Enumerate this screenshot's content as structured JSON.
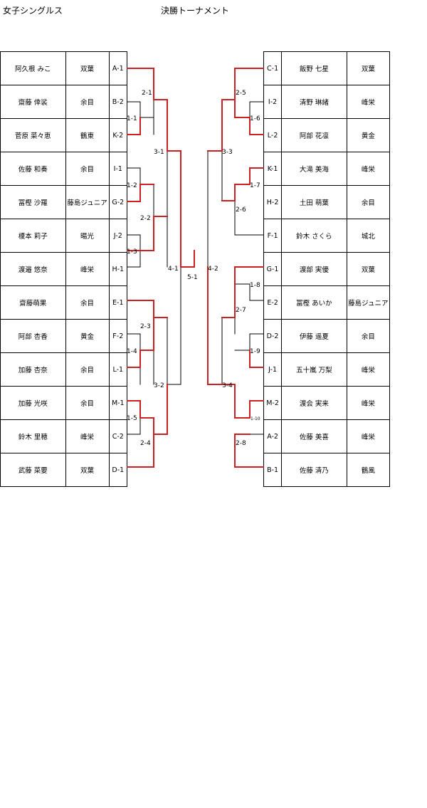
{
  "header": {
    "title_left": "女子シングルス",
    "title_center": "決勝トーナメント"
  },
  "left_players": [
    {
      "name": "阿久根 みこ",
      "club": "双葉",
      "seed": "A-1"
    },
    {
      "name": "齋藤 倖裟",
      "club": "余目",
      "seed": "B-2"
    },
    {
      "name": "菅原 菜々恵",
      "club": "鶴東",
      "seed": "K-2"
    },
    {
      "name": "佐藤 和奏",
      "club": "余目",
      "seed": "I-1"
    },
    {
      "name": "冨樫 沙羅",
      "club": "藤島ジュニア",
      "seed": "G-2"
    },
    {
      "name": "榎本 莉子",
      "club": "暘光",
      "seed": "J-2"
    },
    {
      "name": "渡邉 悠奈",
      "club": "峰栄",
      "seed": "H-1"
    },
    {
      "name": "齋藤萌果",
      "club": "余目",
      "seed": "E-1"
    },
    {
      "name": "阿部 杏香",
      "club": "黄金",
      "seed": "F-2"
    },
    {
      "name": "加藤 杏奈",
      "club": "余目",
      "seed": "L-1"
    },
    {
      "name": "加藤 光咲",
      "club": "余目",
      "seed": "M-1"
    },
    {
      "name": "鈴木 里穂",
      "club": "峰栄",
      "seed": "C-2"
    },
    {
      "name": "武藤 菜要",
      "club": "双葉",
      "seed": "D-1"
    }
  ],
  "right_players": [
    {
      "seed": "C-1",
      "name": "飯野 七星",
      "club": "双葉"
    },
    {
      "seed": "I-2",
      "name": "清野 琳緒",
      "club": "峰栄"
    },
    {
      "seed": "L-2",
      "name": "阿部 花凛",
      "club": "黄金"
    },
    {
      "seed": "K-1",
      "name": "大滝 美海",
      "club": "峰栄"
    },
    {
      "seed": "H-2",
      "name": "土田 萌葉",
      "club": "余目"
    },
    {
      "seed": "F-1",
      "name": "鈴木 さくら",
      "club": "城北"
    },
    {
      "seed": "G-1",
      "name": "渡部 実優",
      "club": "双葉"
    },
    {
      "seed": "E-2",
      "name": "冨樫 あいか",
      "club": "藤島ジュニア"
    },
    {
      "seed": "D-2",
      "name": "伊藤 遥夏",
      "club": "余目"
    },
    {
      "seed": "J-1",
      "name": "五十嵐 万梨",
      "club": "峰栄"
    },
    {
      "seed": "M-2",
      "name": "渡会 実来",
      "club": "峰栄"
    },
    {
      "seed": "A-2",
      "name": "佐藤 美喜",
      "club": "峰栄"
    },
    {
      "seed": "B-1",
      "name": "佐藤 清乃",
      "club": "鶴風"
    }
  ],
  "match_labels": {
    "m_2_1": "2-1",
    "m_1_1": "1-1",
    "m_3_1": "3-1",
    "m_1_2": "1-2",
    "m_2_2": "2-2",
    "m_1_3": "1-3",
    "m_4_1": "4-1",
    "m_2_3": "2-3",
    "m_1_4": "1-4",
    "m_3_2": "3-2",
    "m_1_5": "1-5",
    "m_2_4": "2-4",
    "m_5_1": "5-1",
    "m_2_5": "2-5",
    "m_1_6": "1-6",
    "m_3_3": "3-3",
    "m_1_7": "1-7",
    "m_2_6": "2-6",
    "m_4_2": "4-2",
    "m_1_8": "1-8",
    "m_2_7": "2-7",
    "m_1_9": "1-9",
    "m_3_4": "3-4",
    "m_1_10": "1-10",
    "m_2_8": "2-8"
  },
  "colors": {
    "winner_line": "#cc1f1f",
    "plain_line": "#000000"
  }
}
